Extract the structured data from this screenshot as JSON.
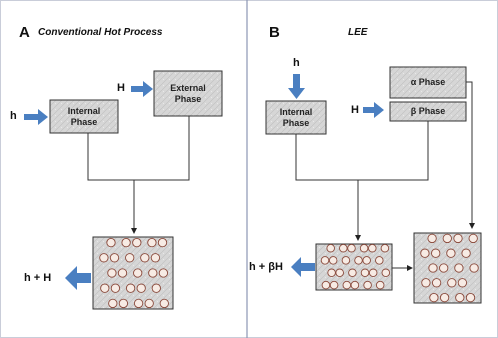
{
  "panels": {
    "a": {
      "letter": "A",
      "title": "Conventional Hot Process",
      "internal_box": "Internal\nPhase",
      "external_box": "External\nPhase",
      "input_internal": "h",
      "input_external": "H",
      "output": "h + H"
    },
    "b": {
      "letter": "B",
      "title": "LEE",
      "internal_box": "Internal\nPhase",
      "alpha_box": "α Phase",
      "beta_box": "β Phase",
      "input_internal": "h",
      "input_beta": "H",
      "output": "h + βH"
    }
  },
  "colors": {
    "arrow_fill": "#4a7fc1",
    "box_fill": "#d8d8d8",
    "border": "#333333",
    "divider": "#8c96b4",
    "particle": "#f7ebe4",
    "particle_stroke": "#8a4a3c"
  }
}
